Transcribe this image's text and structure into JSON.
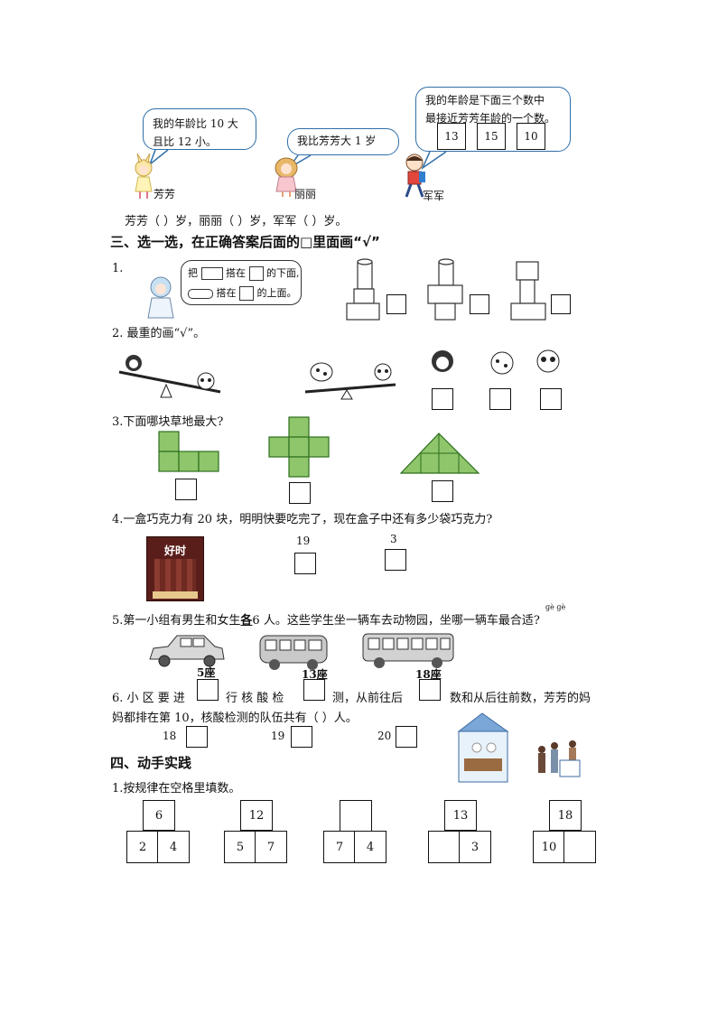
{
  "ages": {
    "bubble_fangfang": [
      "我的年龄比 10 大",
      "且比 12 小。"
    ],
    "bubble_lili": "我比芳芳大 1 岁",
    "bubble_junjun": [
      "我的年龄是下面三个数中",
      "最接近芳芳年龄的一个数。"
    ],
    "choices": [
      "13",
      "15",
      "10"
    ],
    "names": [
      "芳芳",
      "丽丽",
      "军军"
    ],
    "answer_line": "芳芳（      ）岁，丽丽（      ）岁，军军（      ）岁。"
  },
  "section3": {
    "title": "三、选一选，在正确答案后面的□里面画“√”",
    "q1": {
      "num": "1.",
      "speech_a": "把",
      "speech_b": "搭在",
      "speech_c": "的下面,",
      "speech_d": "搭在",
      "speech_e": "的上面。"
    },
    "q2": "2. 最重的画“√”。",
    "q3": "3.下面哪块草地最大?",
    "q4": {
      "text": "4.一盒巧克力有 20 块，明明快要吃完了，现在盒子中还有多少袋巧克力?",
      "options": [
        "19",
        "3"
      ],
      "brand": "好时"
    },
    "q5": {
      "text_a": "5.第一小组有男生和女生",
      "text_b": "各",
      "text_c": "6 人。这些学生坐一辆车去动物园，坐哪一辆车最合适?",
      "ruby": "ɡè ɡè",
      "cars": [
        "5座",
        "13座",
        "18座"
      ]
    },
    "q6": {
      "line1_a": "6. 小 区 要 进",
      "line1_b": "行 核 酸 检",
      "line1_c": "测，从前往后",
      "line1_d": "数和从后往前数，芳芳的妈",
      "line2": "妈都排在第 10，核酸检测的队伍共有（        ）人。",
      "options": [
        "18",
        "19",
        "20"
      ]
    }
  },
  "section4": {
    "title": "四、动手实践",
    "q1": "1.按规律在空格里填数。",
    "pyramids": [
      {
        "top": "6",
        "left": "2",
        "right": "4"
      },
      {
        "top": "12",
        "left": "5",
        "right": "7"
      },
      {
        "top": "",
        "left": "7",
        "right": "4"
      },
      {
        "top": "13",
        "left": "",
        "right": "3"
      },
      {
        "top": "18",
        "left": "10",
        "right": ""
      }
    ]
  }
}
